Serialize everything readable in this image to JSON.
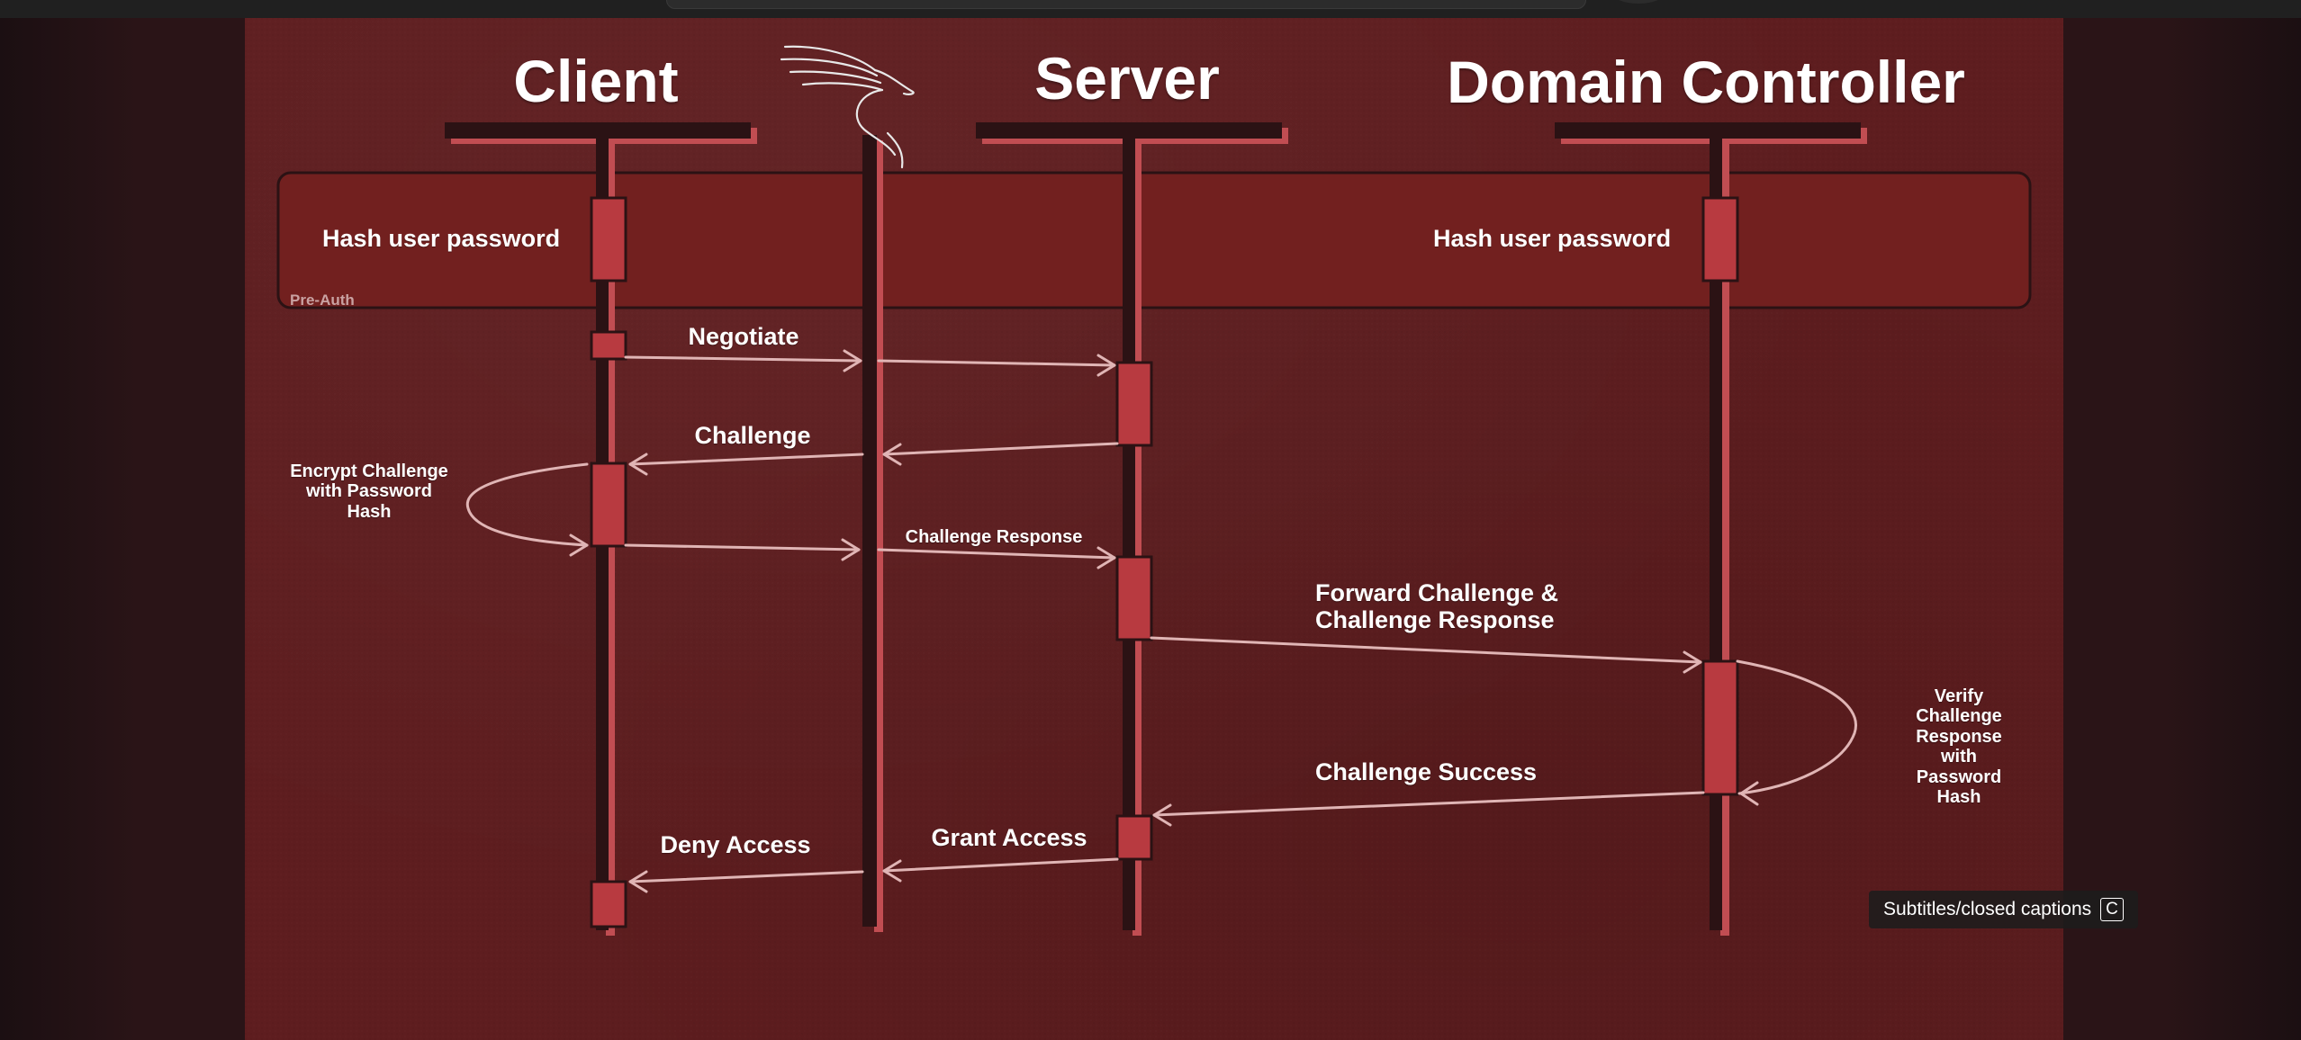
{
  "diagram": {
    "lifelines": {
      "client": "Client",
      "server": "Server",
      "domain_controller": "Domain Controller"
    },
    "pre_auth": {
      "label": "Pre-Auth",
      "client_note": "Hash user password",
      "dc_note": "Hash user password"
    },
    "messages": {
      "negotiate": "Negotiate",
      "challenge": "Challenge",
      "encrypt_note": "Encrypt Challenge\nwith Password\nHash",
      "challenge_response": "Challenge Response",
      "forward": "Forward Challenge &\nChallenge Response",
      "verify_note": "Verify Challenge\nResponse with\nPassword Hash",
      "challenge_success": "Challenge Success",
      "grant_access": "Grant Access",
      "deny_access": "Deny Access"
    },
    "colors": {
      "background": "#5e1d1f",
      "band": "#72201f",
      "lifeline": "#2b1214",
      "shadow": "#c14d52",
      "activation": "#b83a40",
      "arrow": "#e0b5b5",
      "text": "#ffffff"
    },
    "logo": "kali-dragon-icon"
  },
  "player": {
    "captions_label": "Subtitles/closed captions",
    "captions_key": "C"
  }
}
